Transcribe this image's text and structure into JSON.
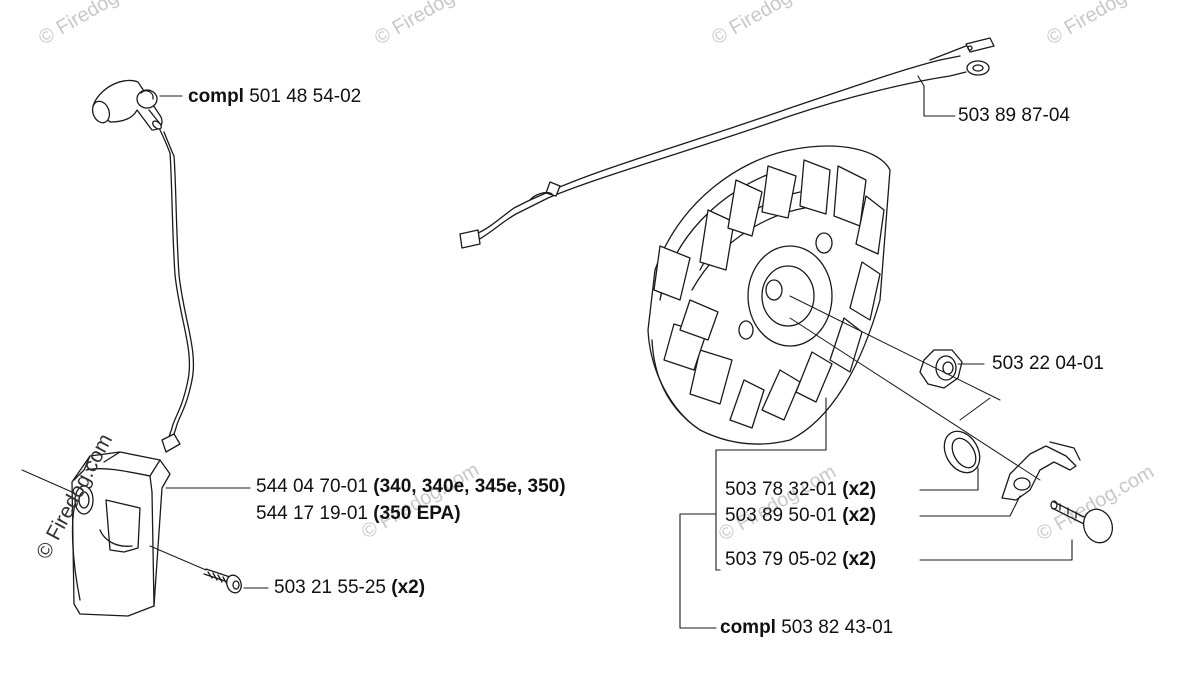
{
  "watermark": {
    "tile_text": "© Firedog.com",
    "side_text": "© Firedog.com"
  },
  "parts": [
    {
      "id": "cap",
      "prefix": "compl",
      "number": "501 48 54-02",
      "qualifier": ""
    },
    {
      "id": "cable",
      "prefix": "",
      "number": "503 89 87-04",
      "qualifier": ""
    },
    {
      "id": "coil-a",
      "prefix": "",
      "number": "544 04 70-01",
      "qualifier": "(340, 340e, 345e, 350)"
    },
    {
      "id": "coil-b",
      "prefix": "",
      "number": "544 17 19-01",
      "qualifier": "(350 EPA)"
    },
    {
      "id": "coil-screw",
      "prefix": "",
      "number": "503 21 55-25",
      "qualifier": "(x2)"
    },
    {
      "id": "nut",
      "prefix": "",
      "number": "503 22 04-01",
      "qualifier": ""
    },
    {
      "id": "pawl",
      "prefix": "",
      "number": "503 78 32-01",
      "qualifier": "(x2)"
    },
    {
      "id": "spring",
      "prefix": "",
      "number": "503 89 50-01",
      "qualifier": "(x2)"
    },
    {
      "id": "pin",
      "prefix": "",
      "number": "503 79 05-02",
      "qualifier": "(x2)"
    },
    {
      "id": "flywheel",
      "prefix": "compl",
      "number": "503 82 43-01",
      "qualifier": ""
    }
  ]
}
